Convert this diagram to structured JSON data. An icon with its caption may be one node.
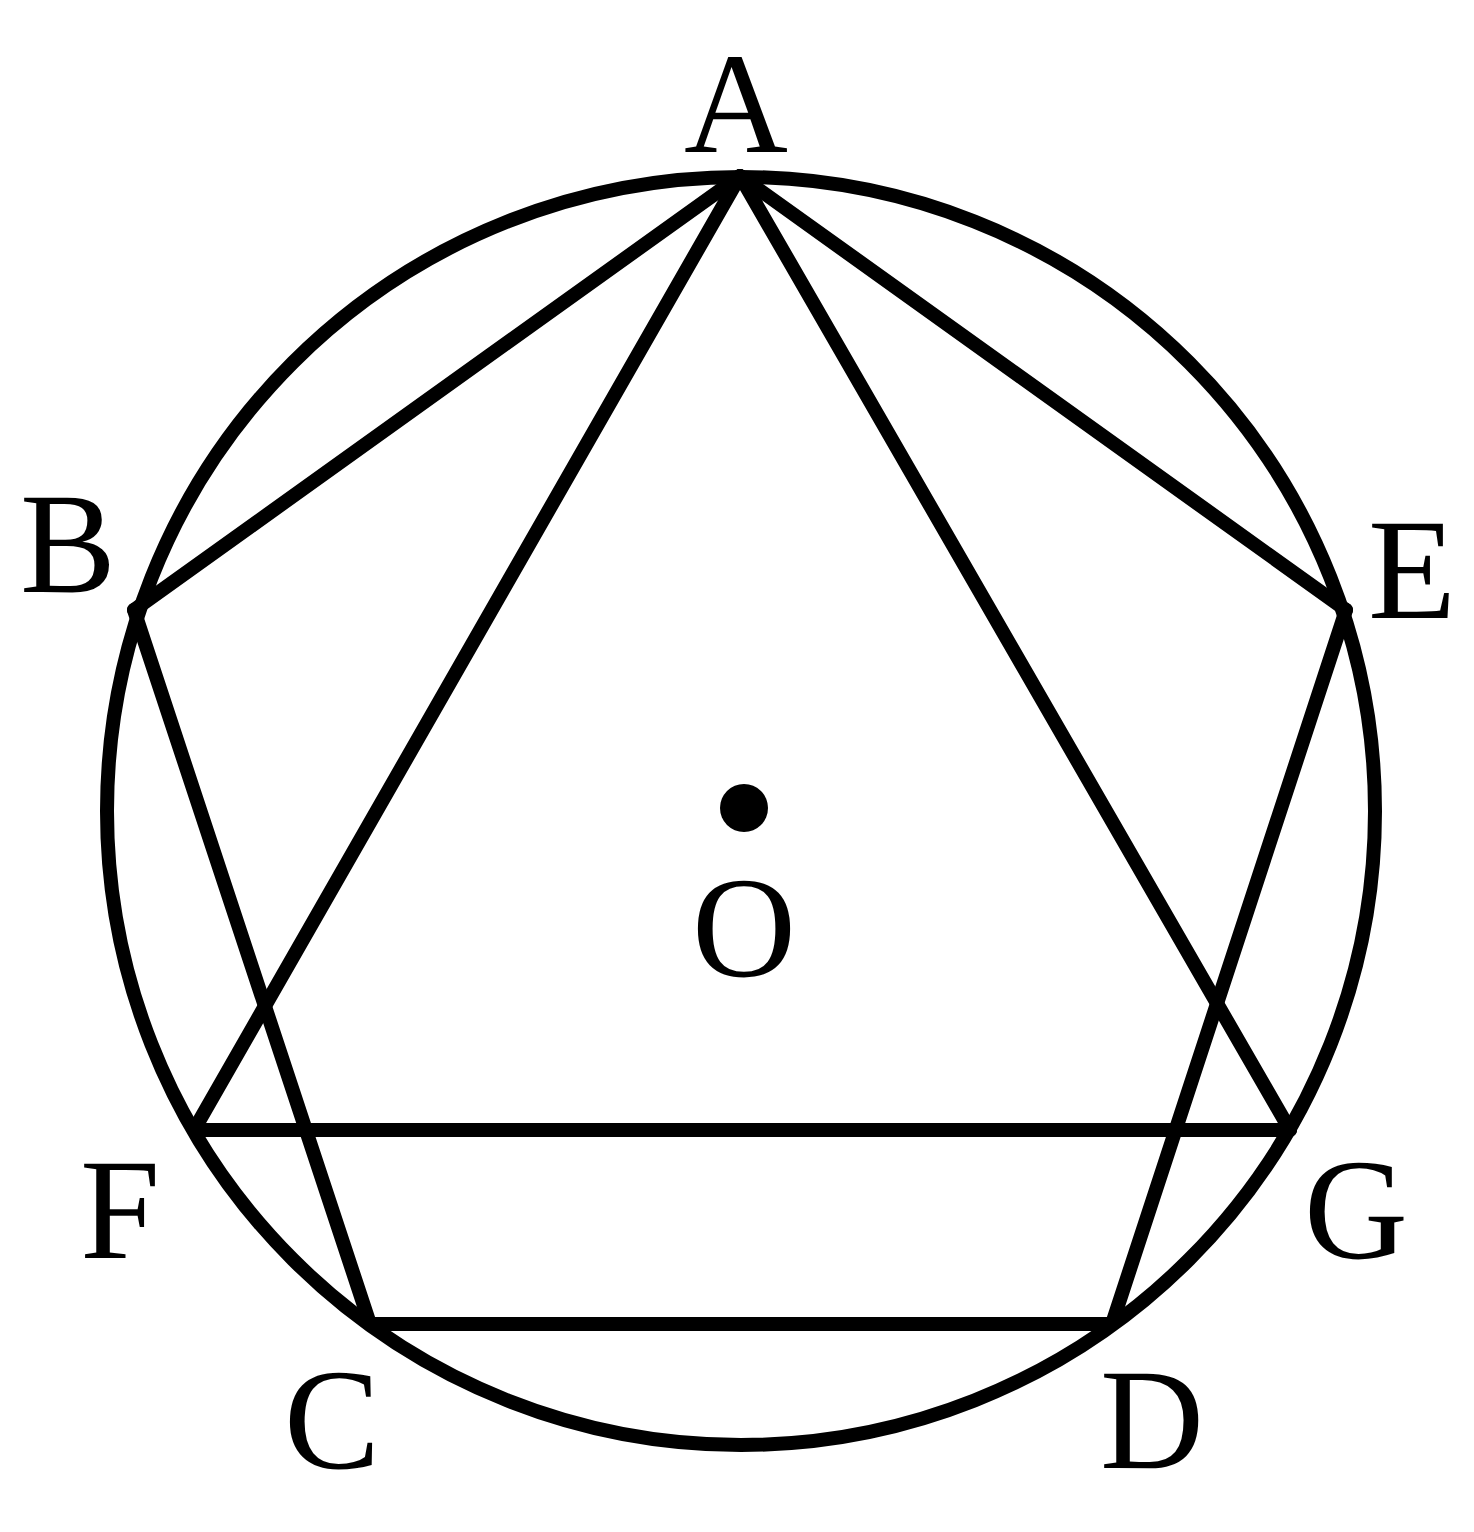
{
  "diagram": {
    "nodes": [
      {
        "text": [],
        "shape": "circle"
      },
      {
        "text": [
          "A"
        ]
      },
      {
        "text": [
          "B"
        ]
      },
      {
        "text": [
          "C"
        ]
      },
      {
        "text": [
          "D"
        ]
      },
      {
        "text": [
          "E"
        ]
      },
      {
        "text": [
          "F"
        ]
      },
      {
        "text": [
          "G"
        ]
      },
      {
        "text": [
          "O"
        ],
        "in": 0
      }
    ],
    "edges": [
      {
        "from": 1,
        "to": 2,
        "arrow": "none"
      },
      {
        "from": 2,
        "to": 3,
        "arrow": "none"
      },
      {
        "from": 3,
        "to": 4,
        "arrow": "none"
      },
      {
        "from": 4,
        "to": 5,
        "arrow": "none"
      },
      {
        "from": 5,
        "to": 1,
        "arrow": "none"
      },
      {
        "from": 1,
        "to": 6,
        "arrow": "none"
      },
      {
        "from": 6,
        "to": 7,
        "arrow": "none"
      },
      {
        "from": 7,
        "to": 1,
        "arrow": "none"
      }
    ]
  }
}
